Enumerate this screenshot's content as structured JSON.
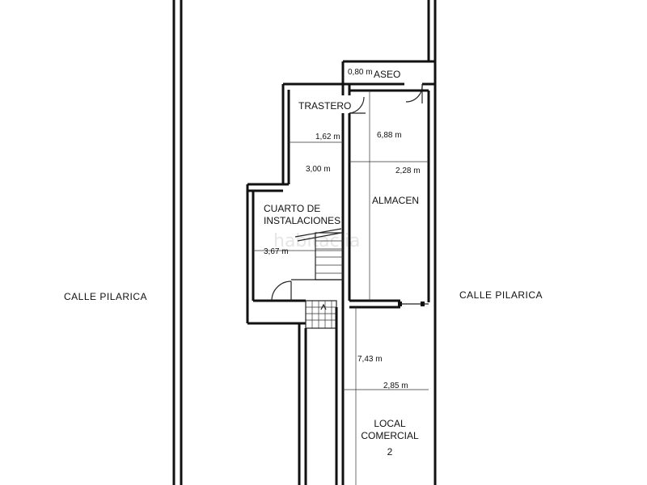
{
  "streets": {
    "left": "CALLE PILARICA",
    "right": "CALLE PILARICA"
  },
  "rooms": {
    "aseo": "ASEO",
    "trastero": "TRASTERO",
    "cuarto_line1": "CUARTO  DE",
    "cuarto_line2": "INSTALACIONES",
    "almacen": "ALMACEN",
    "local_line1": "LOCAL",
    "local_line2": "COMERCIAL",
    "local_line3": "2"
  },
  "dimensions": {
    "aseo_width": "0,80 m",
    "trastero_width": "1,62 m",
    "trastero_length": "3,00 m",
    "almacen_length": "6,88 m",
    "almacen_width": "2,28 m",
    "cuarto_length": "3,67 m",
    "local_length": "7,43 m",
    "local_width": "2,85 m"
  },
  "watermark": "habitaclia"
}
